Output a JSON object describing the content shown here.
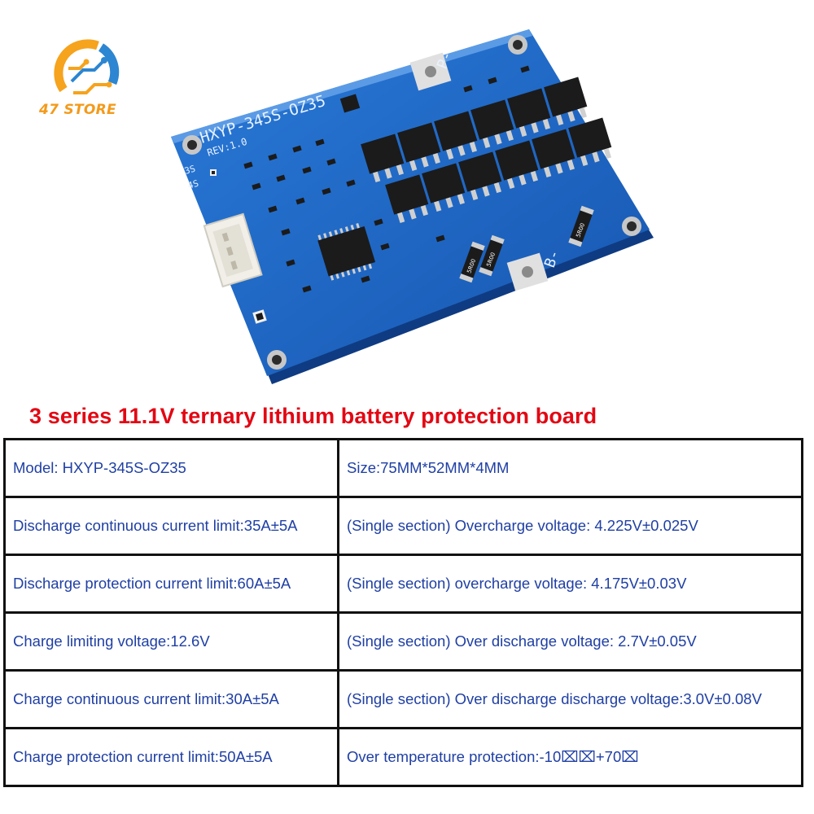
{
  "logo": {
    "text": "47 STORE",
    "colors": {
      "orange": "#f6a31d",
      "blue": "#2c86d1",
      "text": "#f39a1b"
    }
  },
  "product_image": {
    "board_silkscreen": "HXYP-345S-OZ35",
    "revision": "REV:1.0",
    "terminal_p": "P-",
    "terminal_b": "B-",
    "label_3s": "3S",
    "label_4s": "4S",
    "resistor_code": "5R00",
    "colors": {
      "pcb": "#1d66c4",
      "pcb_dark": "#13489a",
      "component": "#1b1b1b",
      "pad": "#d9d9d9",
      "connector": "#f1efe8"
    }
  },
  "title": "3 series 11.1V ternary lithium battery protection board",
  "title_color": "#e30613",
  "specs": {
    "rows": [
      [
        "Model: HXYP-345S-OZ35",
        "Size:75MM*52MM*4MM"
      ],
      [
        "Discharge continuous current limit:35A±5A",
        "(Single section) Overcharge voltage: 4.225V±0.025V"
      ],
      [
        "Discharge protection current limit:60A±5A",
        "(Single section) overcharge voltage: 4.175V±0.03V"
      ],
      [
        "Charge limiting voltage:12.6V",
        "(Single section) Over discharge voltage: 2.7V±0.05V"
      ],
      [
        "Charge continuous current limit:30A±5A",
        "(Single section) Over discharge discharge voltage:3.0V±0.08V"
      ],
      [
        "Charge protection current limit:50A±5A",
        "Over temperature protection:-10⌧⌧+70⌧"
      ]
    ],
    "text_color": "#1f3fa4",
    "border_color": "#111111"
  }
}
